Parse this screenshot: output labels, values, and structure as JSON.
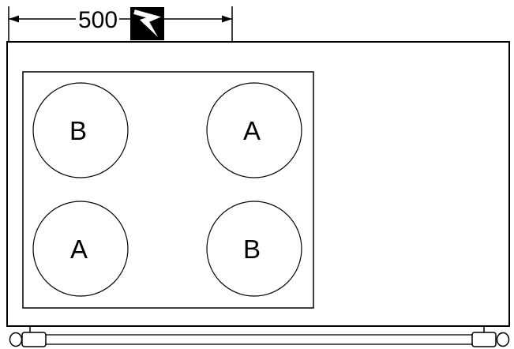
{
  "diagram": {
    "dimension_label": "500",
    "electric_icon": "lightning-bolt-icon",
    "burners": [
      {
        "position": "top-left",
        "label": "B"
      },
      {
        "position": "top-right",
        "label": "A"
      },
      {
        "position": "bottom-left",
        "label": "A"
      },
      {
        "position": "bottom-right",
        "label": "B"
      }
    ],
    "colors": {
      "line": "#000000",
      "background": "#ffffff",
      "icon_background": "#000000",
      "icon_foreground": "#ffffff"
    }
  }
}
